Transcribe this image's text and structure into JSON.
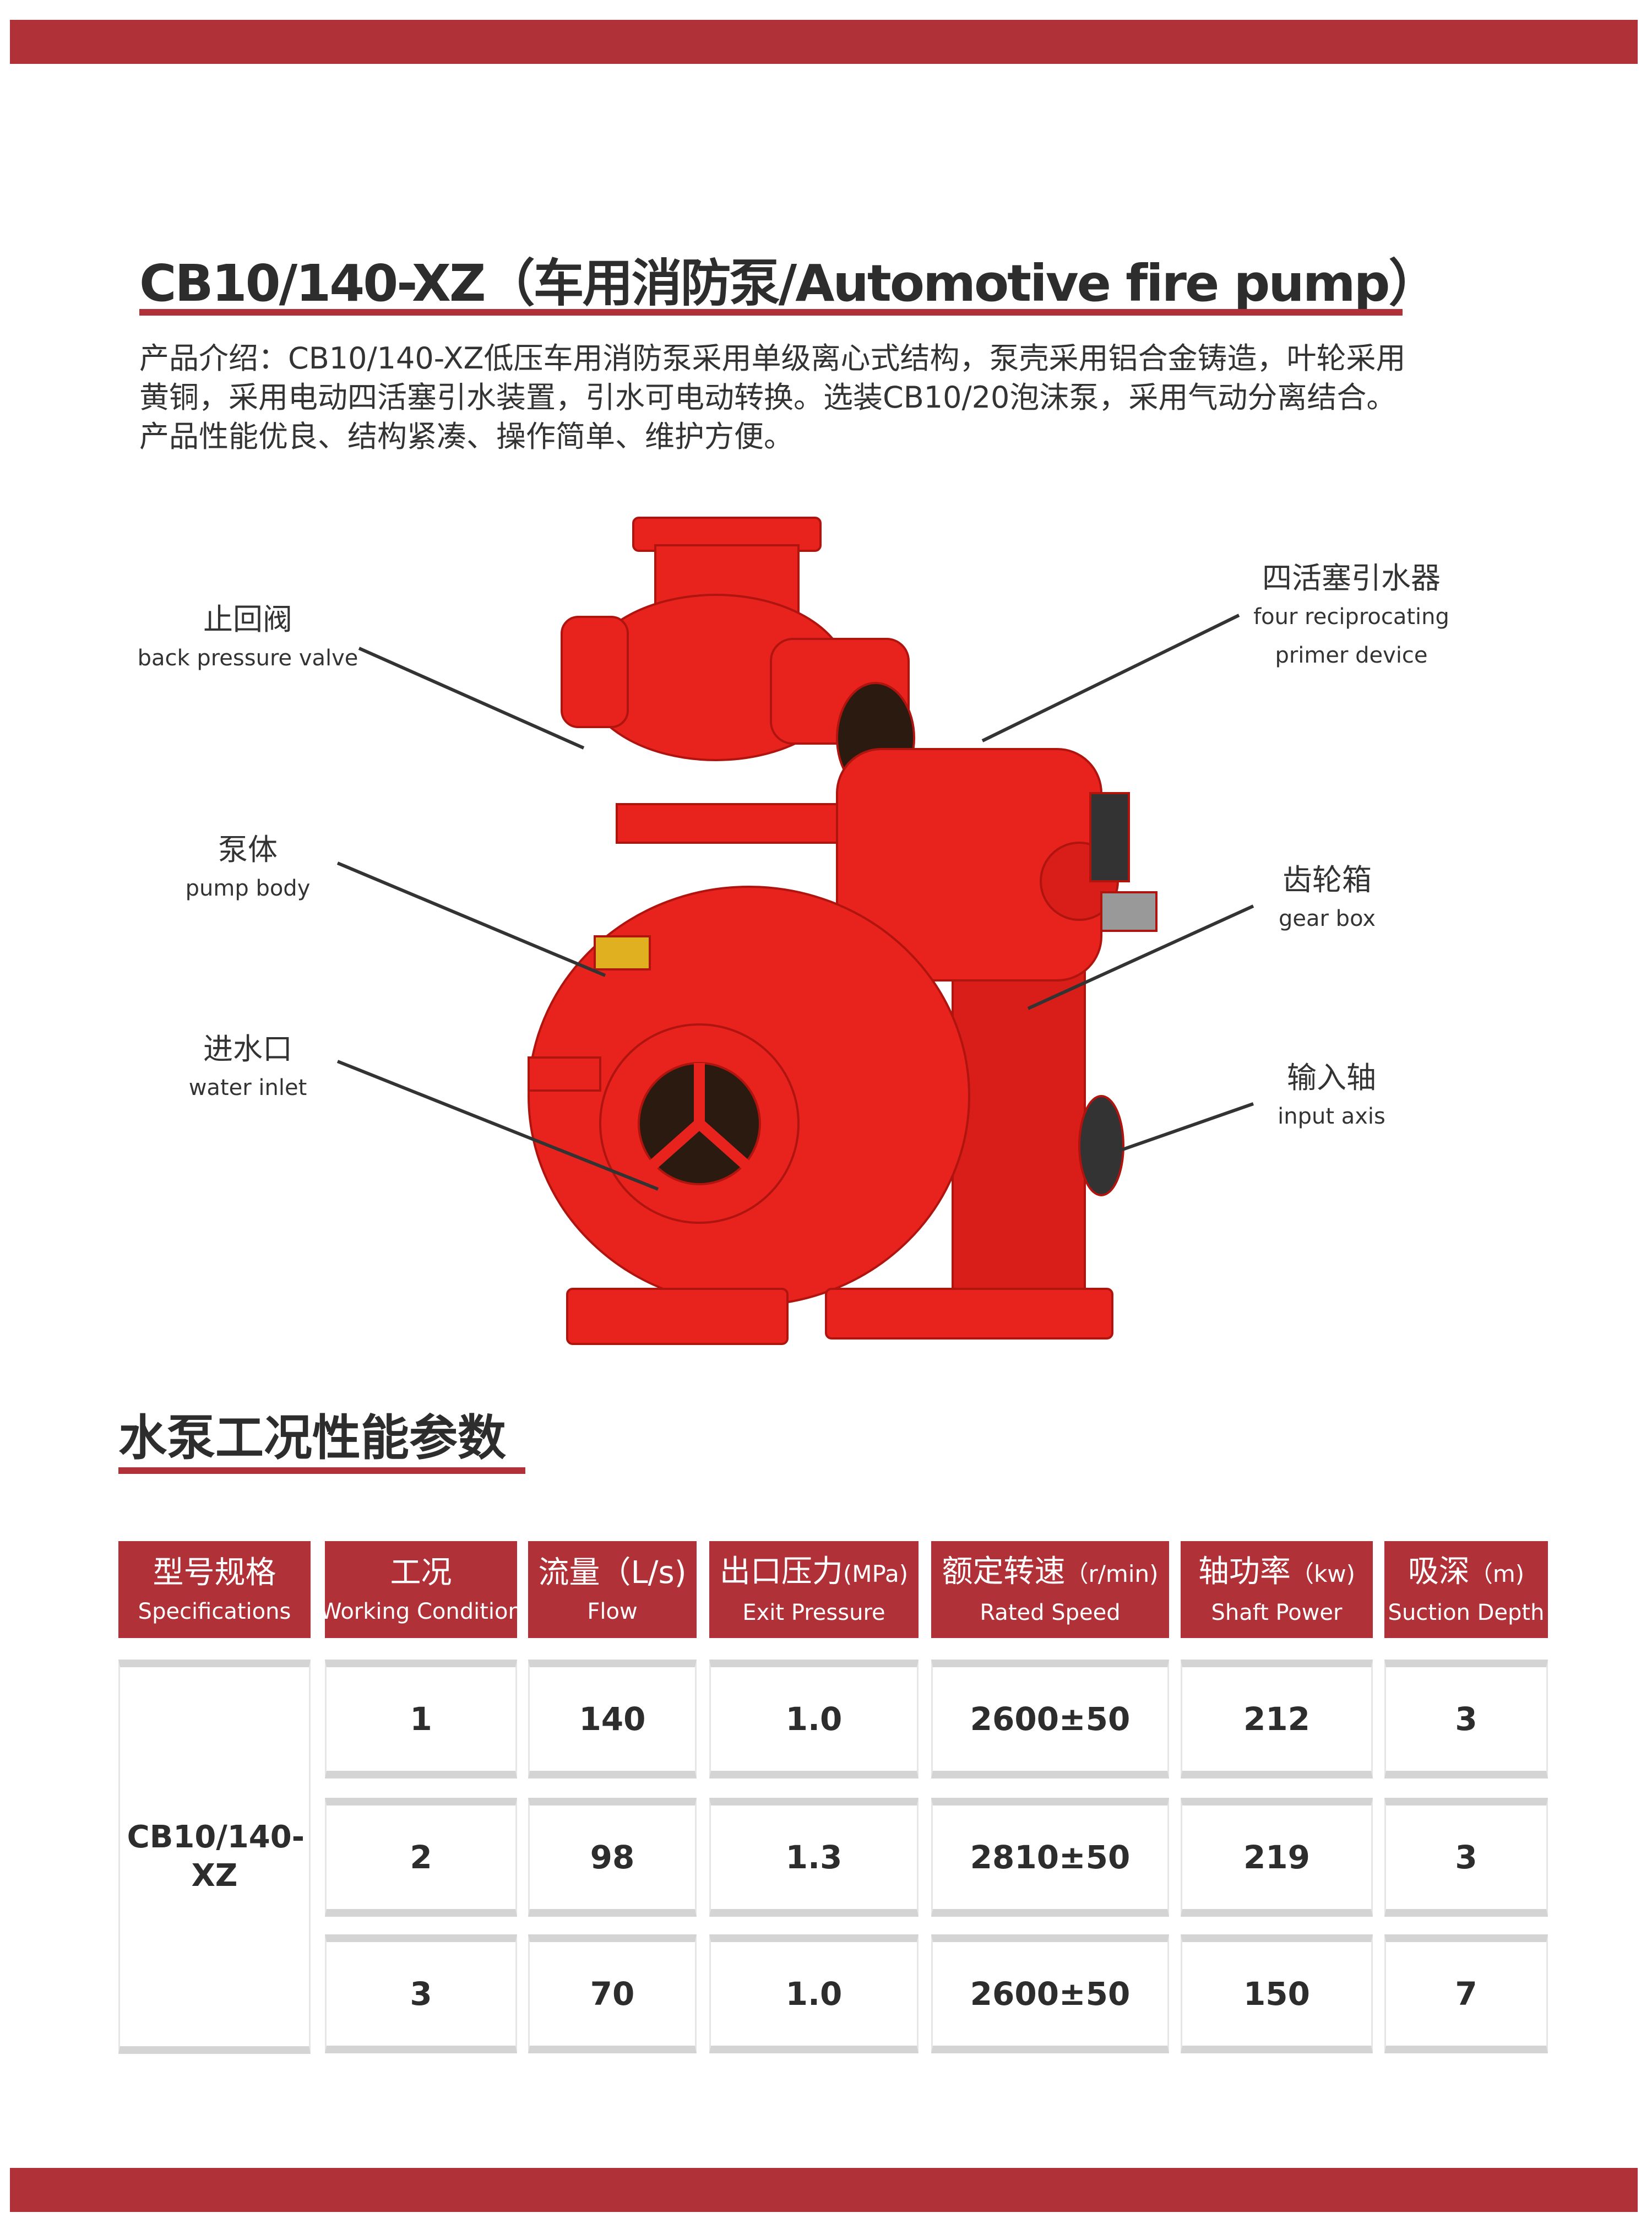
{
  "title": "CB10/140-XZ（车用消防泵/Automotive fire pump）",
  "description": "产品介绍：CB10/140-XZ低压车用消防泵采用单级离心式结构，泵壳采用铝合金铸造，叶轮采用黄铜，采用电动四活塞引水装置，引水可电动转换。选装CB10/20泡沫泵，采用气动分离结合。产品性能优良、结构紧凑、操作简单、维护方便。",
  "callouts": [
    {
      "zh": "止回阀",
      "en": "back pressure valve"
    },
    {
      "zh": "泵体",
      "en": "pump body"
    },
    {
      "zh": "进水口",
      "en": "water inlet"
    },
    {
      "zh": "四活塞引水器",
      "en": "four reciprocating",
      "en2": "primer device"
    },
    {
      "zh": "齿轮箱",
      "en": "gear box"
    },
    {
      "zh": "输入轴",
      "en": "input axis"
    }
  ],
  "section_title": "水泵工况性能参数",
  "table": {
    "headers": [
      {
        "zh": "型号规格",
        "unit": "",
        "en": "Specifications"
      },
      {
        "zh": "工况",
        "unit": "",
        "en": "Working Condition"
      },
      {
        "zh": "流量",
        "unit": "（L/s)",
        "en": "Flow"
      },
      {
        "zh": "出口压力",
        "unit": "(MPa)",
        "en": "Exit Pressure"
      },
      {
        "zh": "额定转速",
        "unit": "（r/min)",
        "en": "Rated Speed"
      },
      {
        "zh": "轴功率",
        "unit": "（kw)",
        "en": "Shaft Power"
      },
      {
        "zh": "吸深",
        "unit": "（m)",
        "en": "Suction Depth"
      }
    ],
    "model": "CB10/140-XZ",
    "rows": [
      [
        "1",
        "140",
        "1.0",
        "2600±50",
        "212",
        "3"
      ],
      [
        "2",
        "98",
        "1.3",
        "2810±50",
        "219",
        "3"
      ],
      [
        "3",
        "70",
        "1.0",
        "2600±50",
        "150",
        "7"
      ]
    ]
  },
  "colors": {
    "accent": "#b03238",
    "pump_red": "#e8231e"
  }
}
